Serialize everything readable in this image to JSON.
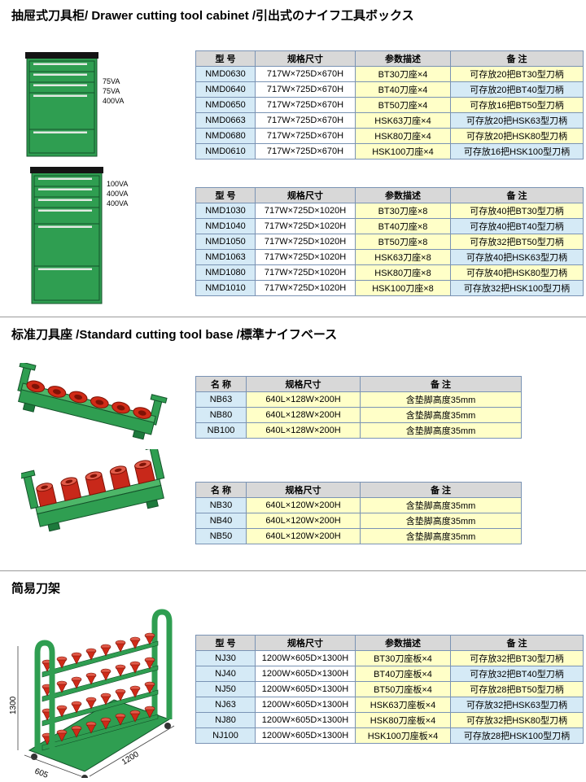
{
  "colors": {
    "cabinet_green": "#2f9e51",
    "cabinet_green_dark": "#14522a",
    "holder_red": "#cf2a18",
    "table_header_bg": "#d8d8d8",
    "cell_blue": "#d5eaf6",
    "cell_yellow": "#ffffc8",
    "table_border": "#7a93b4"
  },
  "sections": {
    "cabinet": {
      "title": "抽屉式刀具柜/ Drawer cutting tool cabinet /引出式のナイフ工具ボックス",
      "small_cabinet_labels": [
        "75VA",
        "75VA",
        "400VA"
      ],
      "large_cabinet_labels": [
        "100VA",
        "400VA",
        "400VA"
      ],
      "table_670": {
        "headers": [
          "型 号",
          "规格尺寸",
          "参数描述",
          "备 注"
        ],
        "rows": [
          [
            "NMD0630",
            "717W×725D×670H",
            "BT30刀座×4",
            "可存放20把BT30型刀柄"
          ],
          [
            "NMD0640",
            "717W×725D×670H",
            "BT40刀座×4",
            "可存放20把BT40型刀柄"
          ],
          [
            "NMD0650",
            "717W×725D×670H",
            "BT50刀座×4",
            "可存放16把BT50型刀柄"
          ],
          [
            "NMD0663",
            "717W×725D×670H",
            "HSK63刀座×4",
            "可存放20把HSK63型刀柄"
          ],
          [
            "NMD0680",
            "717W×725D×670H",
            "HSK80刀座×4",
            "可存放20把HSK80型刀柄"
          ],
          [
            "NMD0610",
            "717W×725D×670H",
            "HSK100刀座×4",
            "可存放16把HSK100型刀柄"
          ]
        ]
      },
      "table_1020": {
        "headers": [
          "型 号",
          "规格尺寸",
          "参数描述",
          "备 注"
        ],
        "rows": [
          [
            "NMD1030",
            "717W×725D×1020H",
            "BT30刀座×8",
            "可存放40把BT30型刀柄"
          ],
          [
            "NMD1040",
            "717W×725D×1020H",
            "BT40刀座×8",
            "可存放40把BT40型刀柄"
          ],
          [
            "NMD1050",
            "717W×725D×1020H",
            "BT50刀座×8",
            "可存放32把BT50型刀柄"
          ],
          [
            "NMD1063",
            "717W×725D×1020H",
            "HSK63刀座×8",
            "可存放40把HSK63型刀柄"
          ],
          [
            "NMD1080",
            "717W×725D×1020H",
            "HSK80刀座×8",
            "可存放40把HSK80型刀柄"
          ],
          [
            "NMD1010",
            "717W×725D×1020H",
            "HSK100刀座×8",
            "可存放32把HSK100型刀柄"
          ]
        ]
      }
    },
    "base": {
      "title": "标准刀具座 /Standard cutting tool base /標準ナイフベース",
      "table_nb_128": {
        "headers": [
          "名 称",
          "规格尺寸",
          "备 注"
        ],
        "rows": [
          [
            "NB63",
            "640L×128W×200H",
            "含垫脚高度35mm"
          ],
          [
            "NB80",
            "640L×128W×200H",
            "含垫脚高度35mm"
          ],
          [
            "NB100",
            "640L×128W×200H",
            "含垫脚高度35mm"
          ]
        ]
      },
      "table_nb_120": {
        "headers": [
          "名 称",
          "规格尺寸",
          "备 注"
        ],
        "rows": [
          [
            "NB30",
            "640L×120W×200H",
            "含垫脚高度35mm"
          ],
          [
            "NB40",
            "640L×120W×200H",
            "含垫脚高度35mm"
          ],
          [
            "NB50",
            "640L×120W×200H",
            "含垫脚高度35mm"
          ]
        ]
      }
    },
    "rack": {
      "title": "简易刀架",
      "dim_height": "1300",
      "dim_depth": "605",
      "dim_width": "1200",
      "table_nj": {
        "headers": [
          "型 号",
          "规格尺寸",
          "参数描述",
          "备 注"
        ],
        "rows": [
          [
            "NJ30",
            "1200W×605D×1300H",
            "BT30刀座板×4",
            "可存放32把BT30型刀柄"
          ],
          [
            "NJ40",
            "1200W×605D×1300H",
            "BT40刀座板×4",
            "可存放32把BT40型刀柄"
          ],
          [
            "NJ50",
            "1200W×605D×1300H",
            "BT50刀座板×4",
            "可存放28把BT50型刀柄"
          ],
          [
            "NJ63",
            "1200W×605D×1300H",
            "HSK63刀座板×4",
            "可存放32把HSK63型刀柄"
          ],
          [
            "NJ80",
            "1200W×605D×1300H",
            "HSK80刀座板×4",
            "可存放32把HSK80型刀柄"
          ],
          [
            "NJ100",
            "1200W×605D×1300H",
            "HSK100刀座板×4",
            "可存放28把HSK100型刀柄"
          ]
        ]
      }
    }
  }
}
